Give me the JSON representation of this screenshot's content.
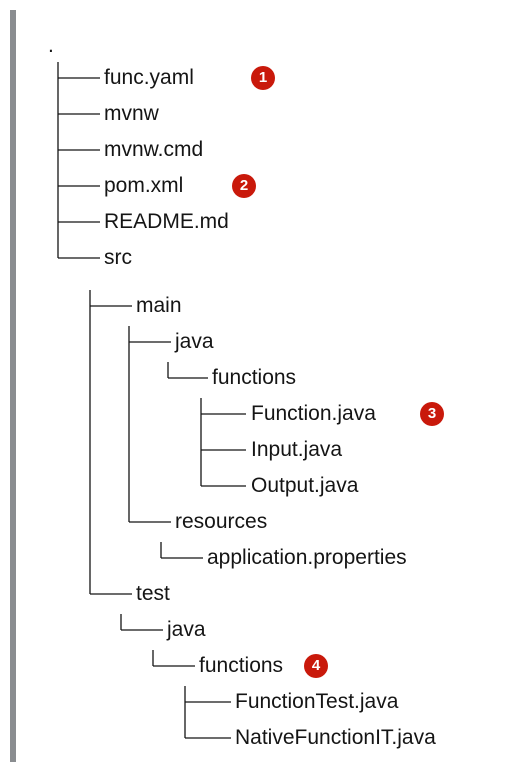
{
  "tree": {
    "root": ".",
    "items": [
      {
        "label": "func.yaml",
        "callout": "1"
      },
      {
        "label": "mvnw"
      },
      {
        "label": "mvnw.cmd"
      },
      {
        "label": "pom.xml",
        "callout": "2"
      },
      {
        "label": "README.md"
      },
      {
        "label": "src"
      },
      {
        "label": "main"
      },
      {
        "label": "java"
      },
      {
        "label": "functions"
      },
      {
        "label": "Function.java",
        "callout": "3"
      },
      {
        "label": "Input.java"
      },
      {
        "label": "Output.java"
      },
      {
        "label": "resources"
      },
      {
        "label": "application.properties"
      },
      {
        "label": "test"
      },
      {
        "label": "java"
      },
      {
        "label": "functions",
        "callout": "4"
      },
      {
        "label": "FunctionTest.java"
      },
      {
        "label": "NativeFunctionIT.java"
      }
    ]
  },
  "colors": {
    "callout_background": "#c9190b",
    "rule": "#8a8d90",
    "text": "#151515"
  }
}
